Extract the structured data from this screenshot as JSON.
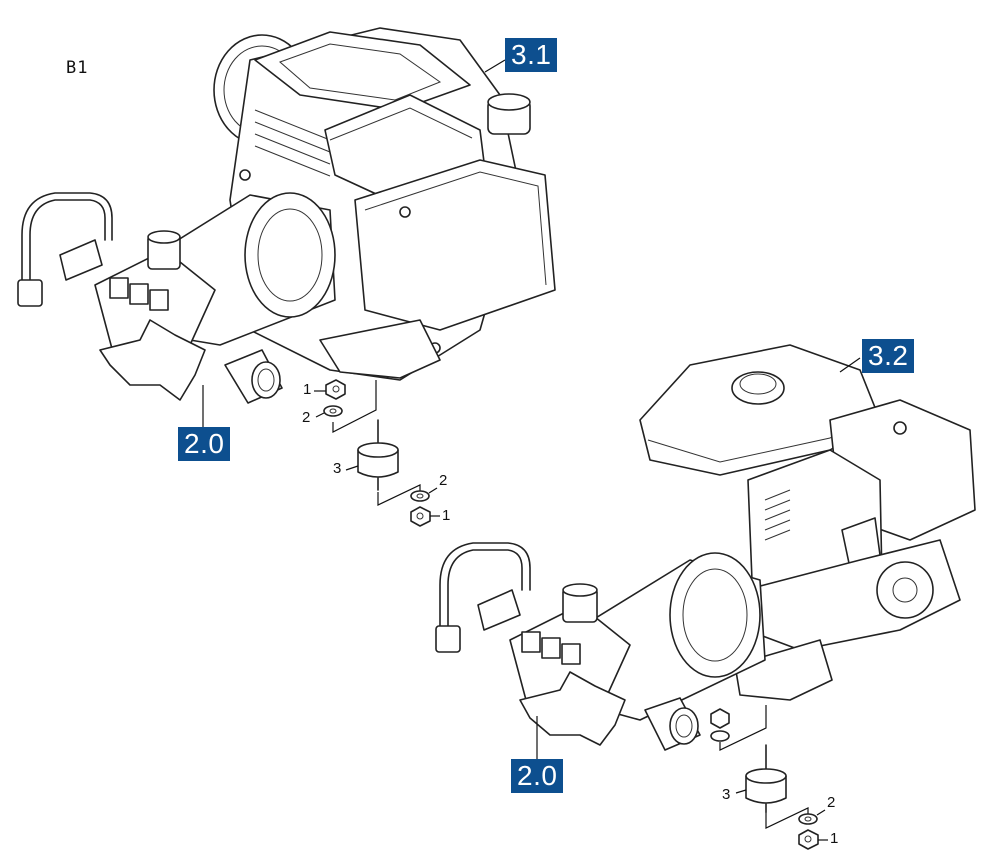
{
  "page_id": "B1",
  "callouts": {
    "engine_upper": "3.1",
    "pump_upper": "2.0",
    "engine_lower": "3.2",
    "pump_lower": "2.0"
  },
  "part_numbers": {
    "upper": {
      "nut_top": "1",
      "washer_top": "2",
      "mount": "3",
      "washer_bottom": "2",
      "nut_bottom": "1"
    },
    "lower": {
      "mount": "3",
      "washer": "2",
      "nut": "1"
    }
  },
  "colors": {
    "callout_bg": "#0d4f8f",
    "callout_text": "#ffffff",
    "line": "#222222"
  }
}
